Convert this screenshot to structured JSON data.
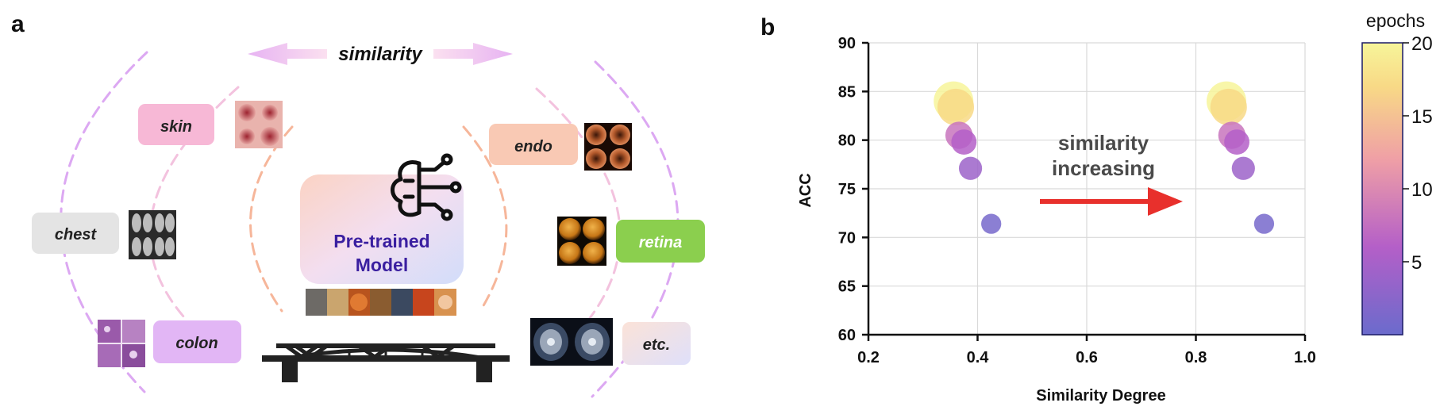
{
  "panel_a": {
    "label": "a",
    "similarity_label": "similarity",
    "model_label_line1": "Pre-trained",
    "model_label_line2": "Model",
    "domains": [
      {
        "id": "skin",
        "label": "skin",
        "color": "#f7b8d6",
        "text_color": "#222222"
      },
      {
        "id": "endo",
        "label": "endo",
        "color": "#f9c9b4",
        "text_color": "#222222"
      },
      {
        "id": "chest",
        "label": "chest",
        "color": "#e4e4e4",
        "text_color": "#222222"
      },
      {
        "id": "retina",
        "label": "retina",
        "color": "#8bcf4e",
        "text_color": "#ffffff"
      },
      {
        "id": "colon",
        "label": "colon",
        "color": "#e2b6f5",
        "text_color": "#222222"
      },
      {
        "id": "etc",
        "label": "etc.",
        "color": "#f6e3e3",
        "text_color": "#222222"
      }
    ],
    "icons": [
      "brain-circuit-icon",
      "bridge-icon",
      "double-arrow-icon"
    ],
    "colors": {
      "outer_arc": "#dca8f2",
      "mid_arc": "#f3c2de",
      "inner_arc": "#f6b69a",
      "arrow": "#ebb8f0",
      "model_text": "#3a1fa0"
    }
  },
  "panel_b": {
    "label": "b",
    "annotation_line1": "similarity",
    "annotation_line2": "increasing",
    "arrow_color": "#e8302c"
  },
  "chart_data": {
    "type": "scatter",
    "xlabel": "Similarity Degree",
    "ylabel": "ACC",
    "xlim": [
      0.2,
      1.0
    ],
    "ylim": [
      60,
      90
    ],
    "xticks": [
      "0.2",
      "0.4",
      "0.6",
      "0.8",
      "1.0"
    ],
    "yticks": [
      "60",
      "65",
      "70",
      "75",
      "80",
      "85",
      "90"
    ],
    "grid": true,
    "colorbar": {
      "title": "epochs",
      "range": [
        0,
        20
      ],
      "ticks": [
        "5",
        "10",
        "15",
        "20"
      ],
      "colors": [
        "#6b6bcc",
        "#b45fc8",
        "#ef9fa6",
        "#f8d986",
        "#f7f59a"
      ]
    },
    "series": [
      {
        "points": [
          {
            "x": 0.425,
            "y": 71.4,
            "epochs": 1
          },
          {
            "x": 0.387,
            "y": 77.1,
            "epochs": 4
          },
          {
            "x": 0.375,
            "y": 79.8,
            "epochs": 6
          },
          {
            "x": 0.366,
            "y": 80.5,
            "epochs": 8
          },
          {
            "x": 0.36,
            "y": 83.4,
            "epochs": 17
          },
          {
            "x": 0.356,
            "y": 84.0,
            "epochs": 20
          }
        ]
      },
      {
        "points": [
          {
            "x": 0.925,
            "y": 71.4,
            "epochs": 1
          },
          {
            "x": 0.887,
            "y": 77.1,
            "epochs": 4
          },
          {
            "x": 0.875,
            "y": 79.8,
            "epochs": 6
          },
          {
            "x": 0.866,
            "y": 80.5,
            "epochs": 8
          },
          {
            "x": 0.86,
            "y": 83.4,
            "epochs": 17
          },
          {
            "x": 0.856,
            "y": 84.0,
            "epochs": 20
          }
        ]
      }
    ]
  }
}
